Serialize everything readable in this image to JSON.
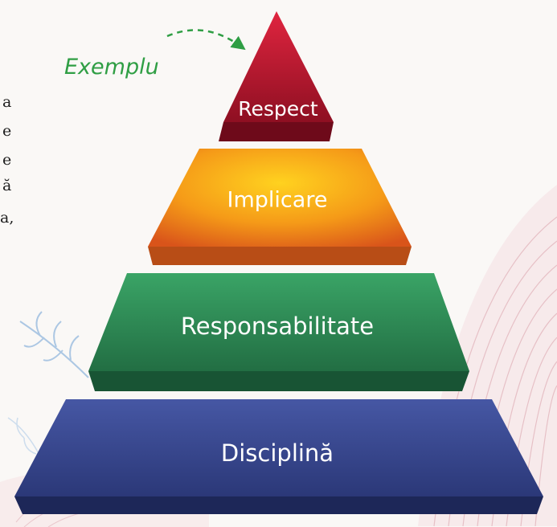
{
  "cut_off_text": [
    {
      "id": "a",
      "text": "a"
    },
    {
      "id": "e1",
      "text": "e"
    },
    {
      "id": "e2",
      "text": "e"
    },
    {
      "id": "a-breve",
      "text": "ă"
    },
    {
      "id": "a-comma",
      "text": "a,"
    }
  ],
  "callout": {
    "text": "Exemplu",
    "color": "#2f9e44"
  },
  "pyramid": {
    "levels": [
      {
        "label": "Respect",
        "color": "#b3162b"
      },
      {
        "label": "Implicare",
        "color": "#f08a14"
      },
      {
        "label": "Responsabilitate",
        "color": "#2e8a55"
      },
      {
        "label": "Disciplină",
        "color": "#3b4c94"
      }
    ]
  }
}
